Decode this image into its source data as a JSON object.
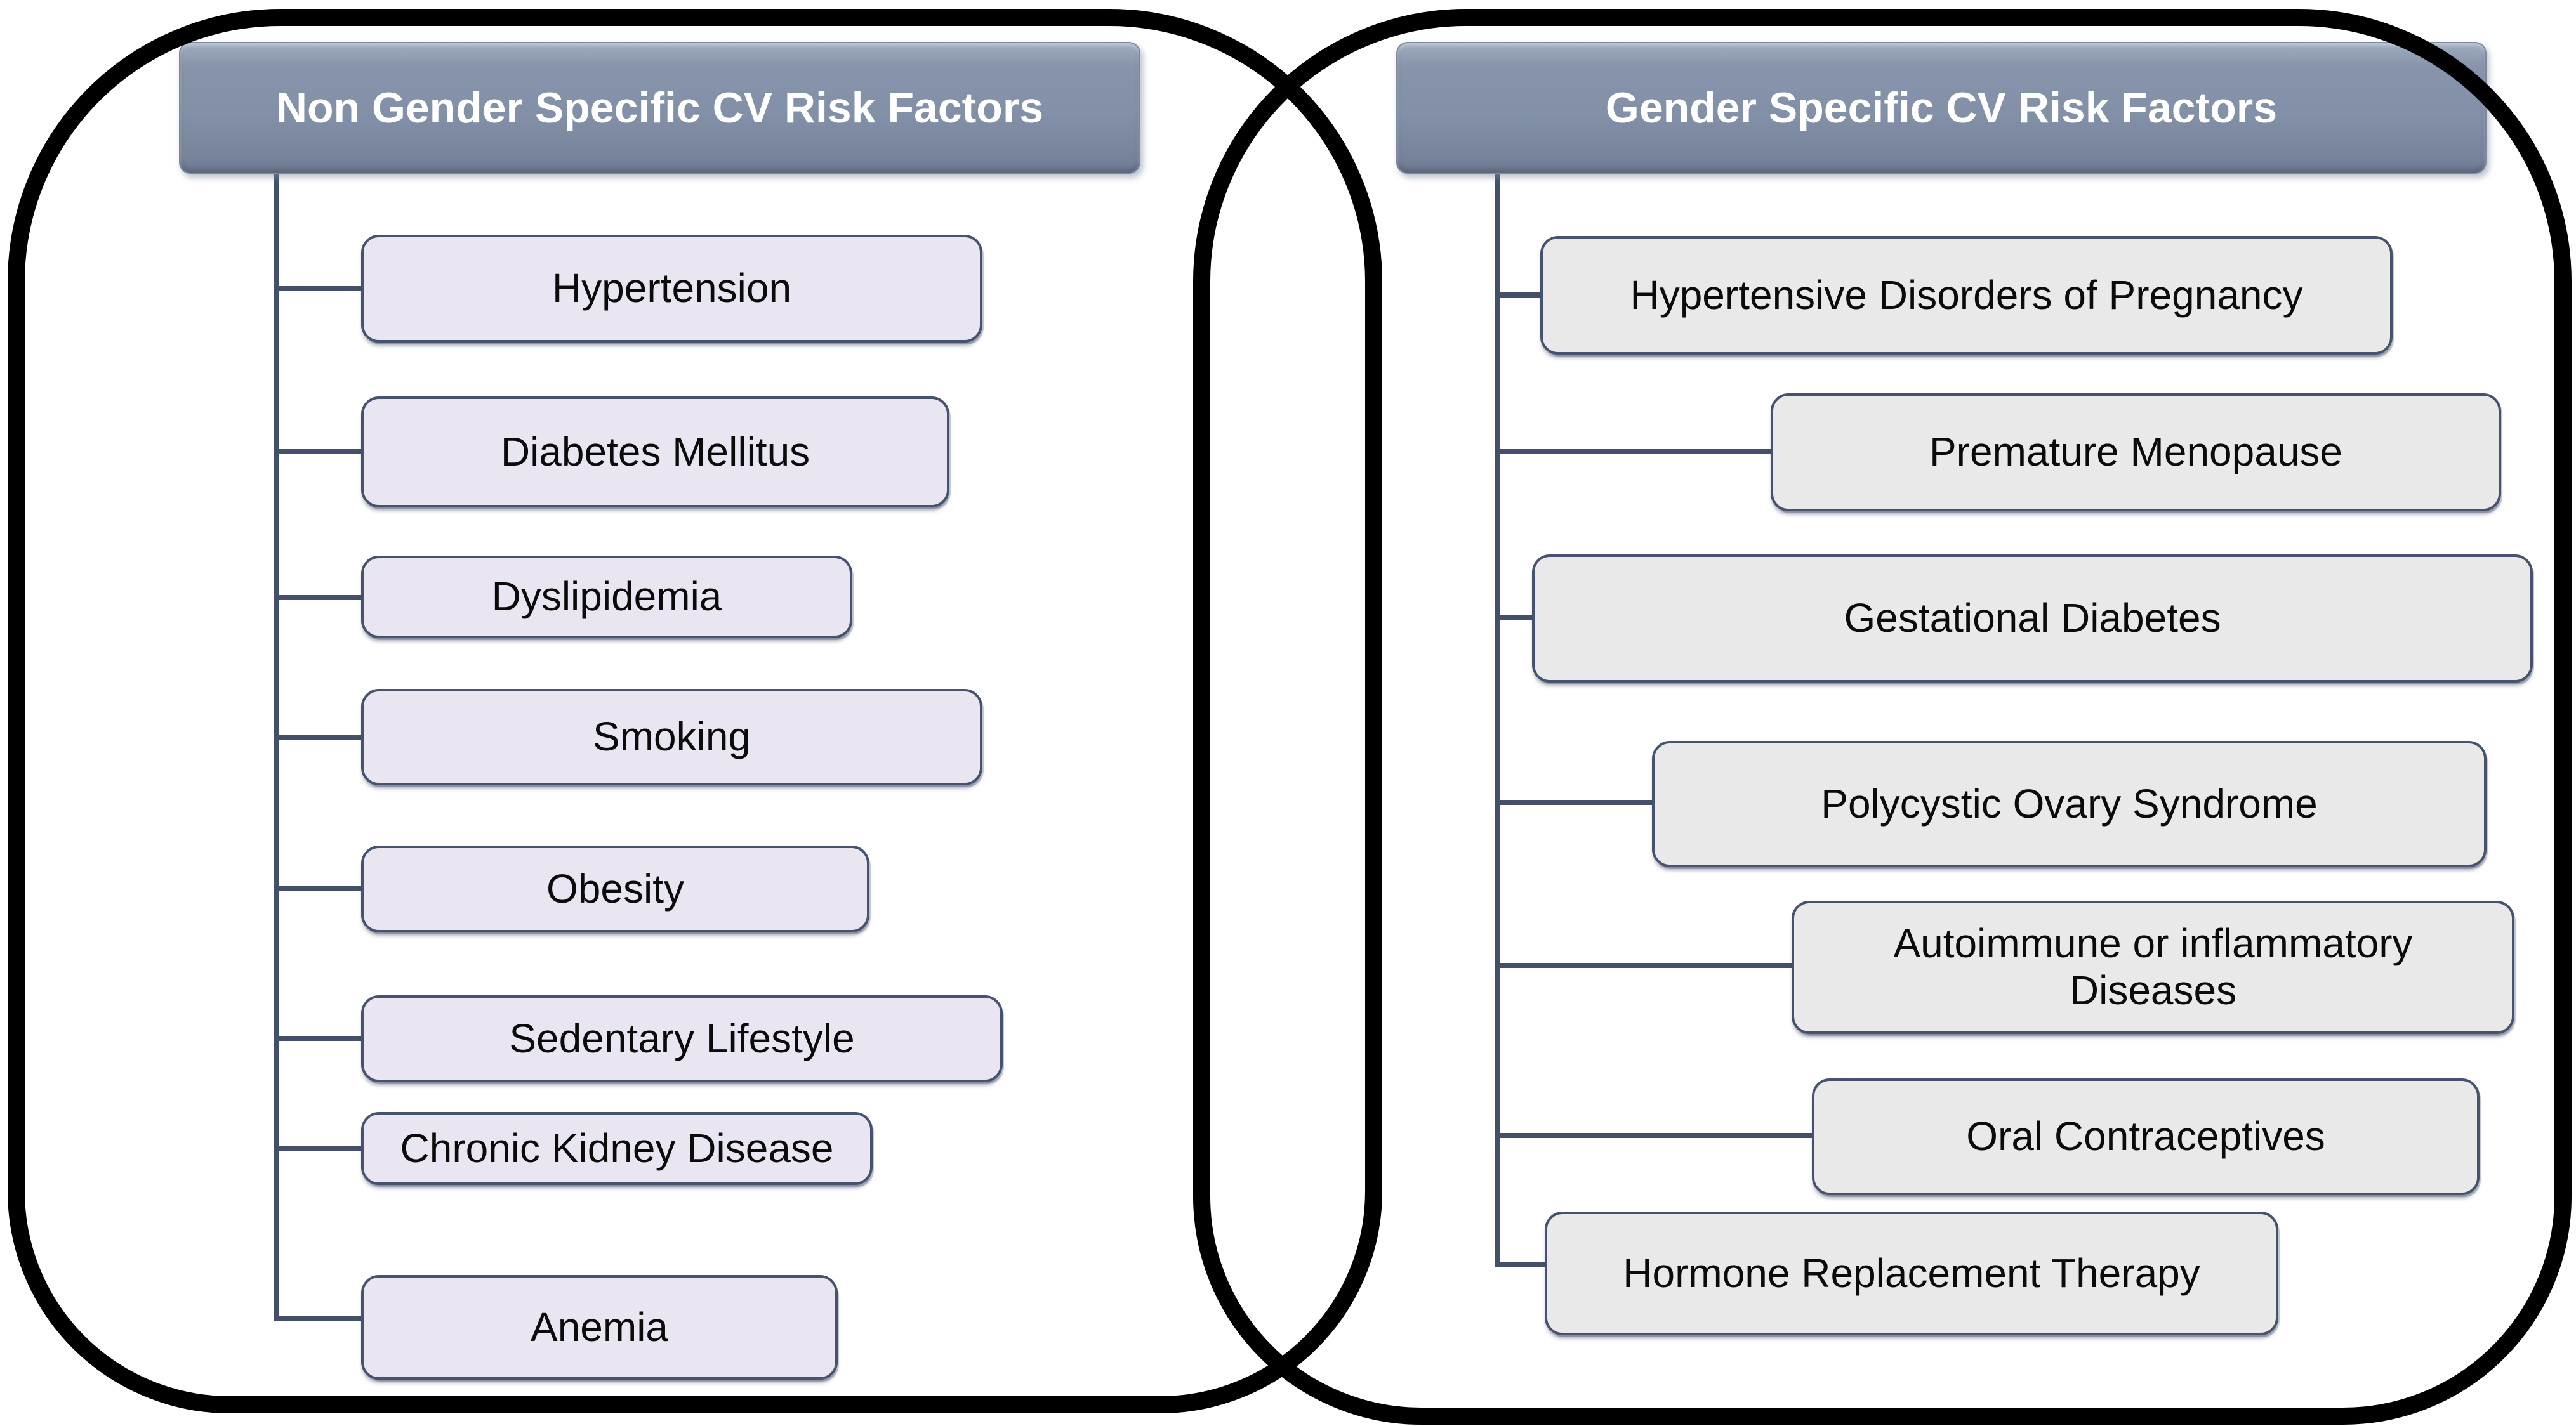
{
  "diagram": {
    "left_panel": {
      "title": "Non Gender Specific CV Risk Factors",
      "items": [
        "Hypertension",
        "Diabetes Mellitus",
        "Dyslipidemia",
        "Smoking",
        "Obesity",
        "Sedentary Lifestyle",
        "Chronic Kidney Disease",
        "Anemia"
      ]
    },
    "right_panel": {
      "title": "Gender Specific CV Risk Factors",
      "items": [
        "Hypertensive Disorders of Pregnancy",
        "Premature Menopause",
        "Gestational Diabetes",
        "Polycystic Ovary Syndrome",
        "Autoimmune or inflammatory Diseases",
        "Oral Contraceptives",
        "Hormone Replacement Therapy"
      ]
    },
    "colors": {
      "outline": "#000000",
      "header_fill": "#8290a8",
      "header_text": "#ffffff",
      "left_item_fill": "#e9e6f2",
      "right_item_fill": "#e9e9ea",
      "item_border": "#46526e",
      "item_text": "#0b0b0c",
      "connector": "#44506b"
    }
  }
}
